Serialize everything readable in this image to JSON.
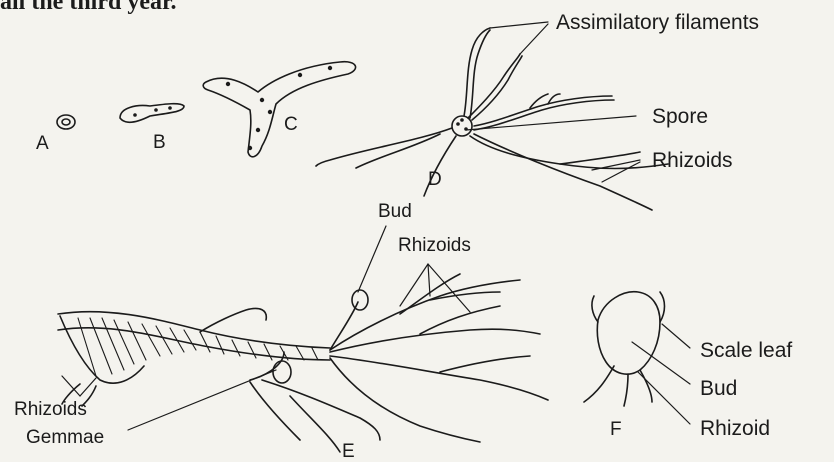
{
  "caption_fragment": "all the third year.",
  "figure_letters": {
    "a": "A",
    "b": "B",
    "c": "C",
    "d": "D",
    "e": "E",
    "f": "F"
  },
  "labels": {
    "assimilatory_filaments": "Assimilatory filaments",
    "spore": "Spore",
    "rhizoids_d": "Rhizoids",
    "bud_e": "Bud",
    "rhizoids_e_top": "Rhizoids",
    "rhizoids_e_left": "Rhizoids",
    "gemmae": "Gemmae",
    "scale_leaf": "Scale leaf",
    "bud_f": "Bud",
    "rhizoid_f": "Rhizoid"
  }
}
